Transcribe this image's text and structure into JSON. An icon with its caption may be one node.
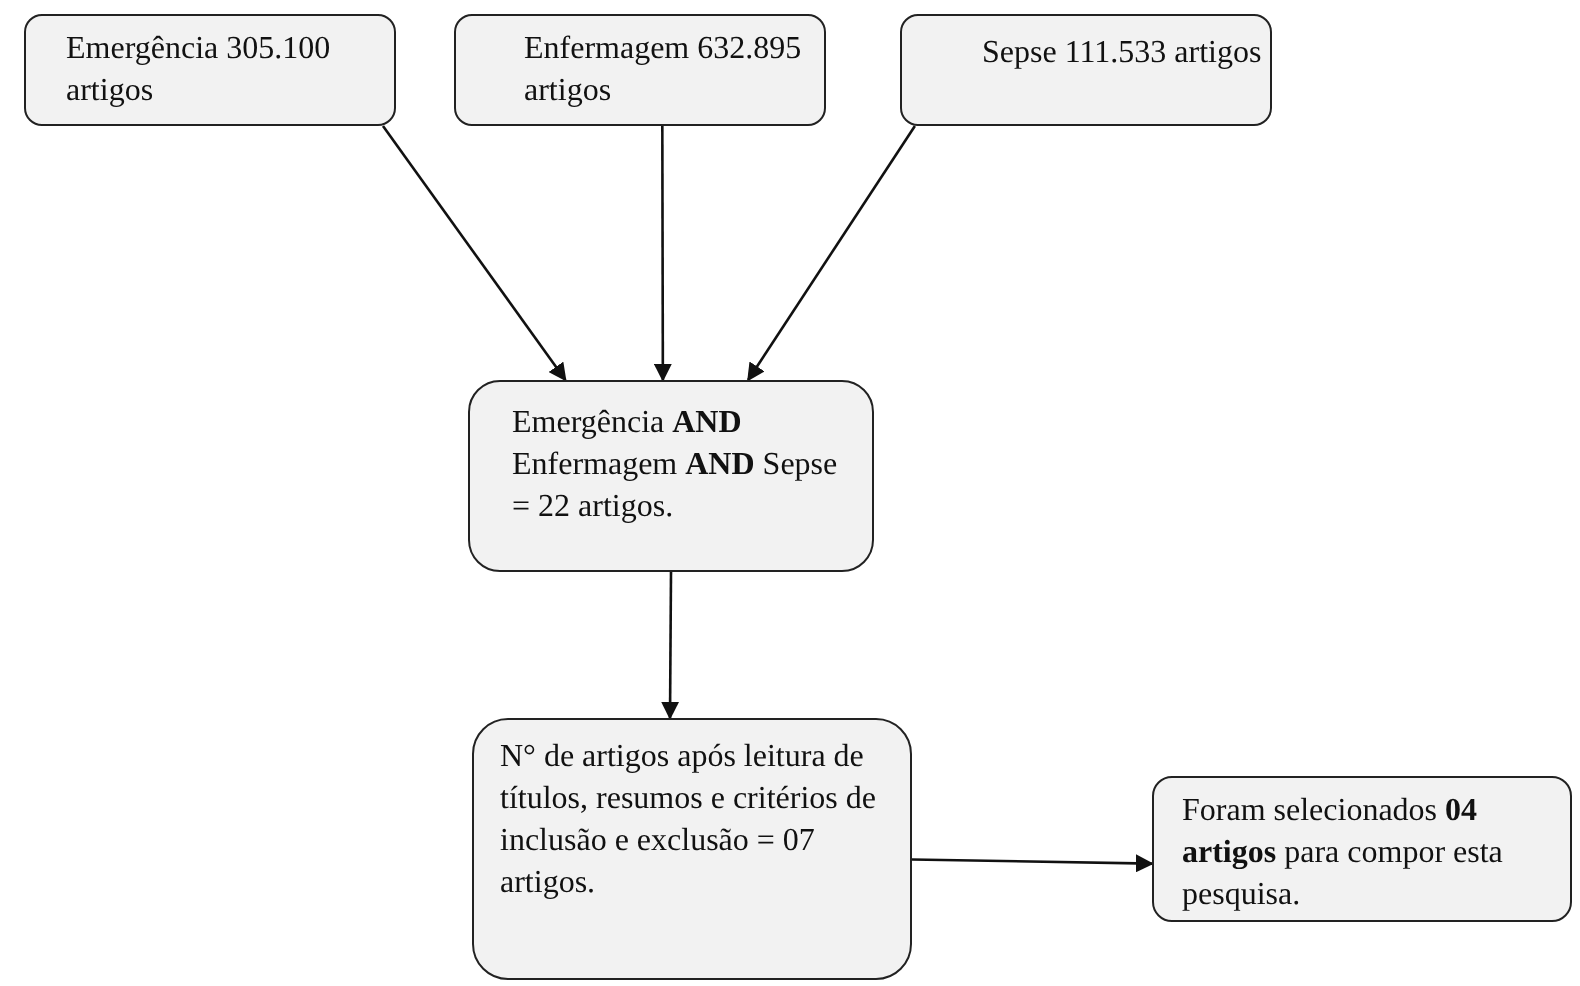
{
  "diagram": {
    "nodes": [
      {
        "text": [
          "Emergência 305.100 artigos"
        ]
      },
      {
        "text": [
          "Enfermagem 632.895 artigos"
        ]
      },
      {
        "text": [
          "Sepse 111.533 artigos"
        ]
      },
      {
        "text": [
          "Emergência **AND** Enfermagem **AND** Sepse = 22 artigos."
        ]
      },
      {
        "text": [
          "N° de artigos após leitura de títulos, resumos e critérios de inclusão e exclusão = 07 artigos."
        ]
      },
      {
        "text": [
          "Foram selecionados **04 artigos** para compor esta pesquisa."
        ]
      }
    ],
    "edges": [
      {
        "from": 0,
        "to": 3,
        "arrow": "to"
      },
      {
        "from": 1,
        "to": 3,
        "arrow": "to"
      },
      {
        "from": 2,
        "to": 3,
        "arrow": "to"
      },
      {
        "from": 3,
        "to": 4,
        "arrow": "to"
      },
      {
        "from": 4,
        "to": 5,
        "arrow": "to"
      }
    ]
  }
}
